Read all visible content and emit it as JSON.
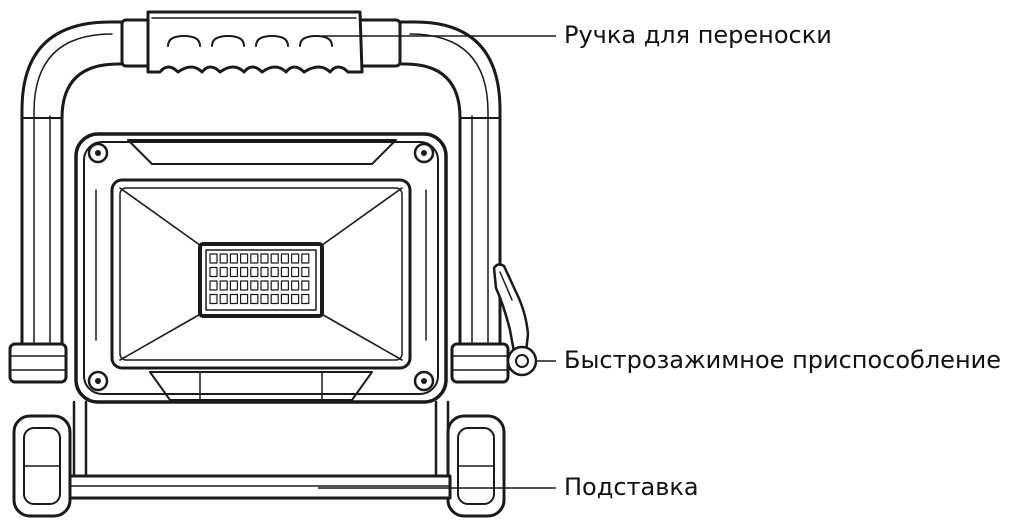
{
  "labels": {
    "handle": "Ручка для переноски",
    "quick_release": "Быстрозажимное приспособление",
    "stand": "Подставка"
  },
  "colors": {
    "ink": "#1a1a1a",
    "background": "#ffffff"
  }
}
